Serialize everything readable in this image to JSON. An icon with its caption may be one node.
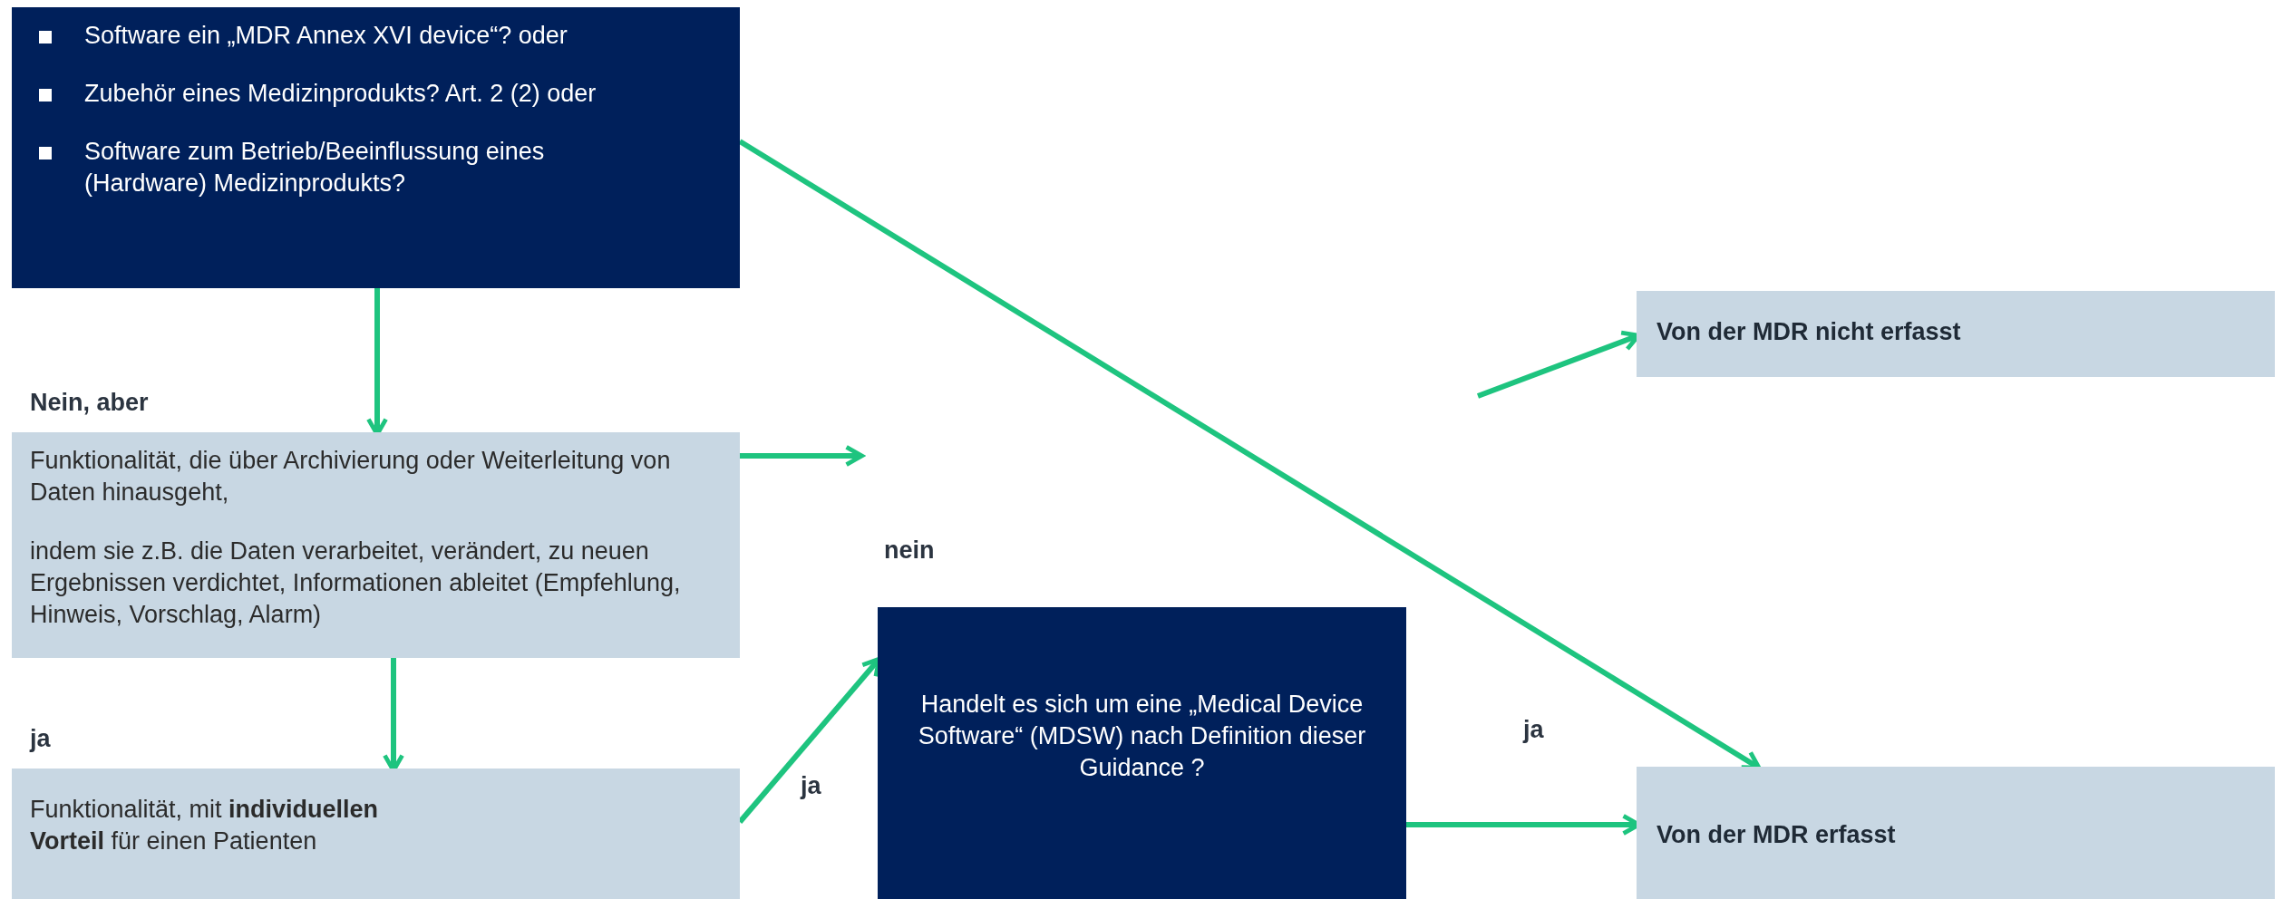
{
  "diagram": {
    "nodes": [
      {
        "text": [
          "Software ein „MDR Annex XVI device“? oder",
          "Zubehör eines Medizinprodukts?  Art. 2 (2) oder",
          "Software zum Betrieb/Beeinflussung eines (Hardware) Medizinprodukts?"
        ]
      },
      {
        "text": [
          "Nein, aber",
          "Funktionalität,  die über Archivierung oder Weiterleitung von Daten hinausgeht,",
          "indem  sie z.B. die Daten verarbeitet, verändert, zu neuen Ergebnissen verdichtet, Informationen ableitet (Empfehlung, Hinweis, Vorschlag, Alarm)"
        ]
      },
      {
        "text": [
          "ja",
          "Funktionalität,  mit **individuellen Vorteil** für einen Patienten"
        ]
      },
      {
        "text": [
          "Handelt  es sich um eine „Medical Device Software“ (MDSW) nach Definition dieser Guidance ?"
        ]
      },
      {
        "text": [
          "Von der MDR nicht erfasst"
        ]
      },
      {
        "text": [
          "Von der MDR erfasst"
        ]
      }
    ],
    "edges": [
      {
        "from": 0,
        "to": 1,
        "arrow": "to"
      },
      {
        "from": 0,
        "to": 5,
        "arrow": "to"
      },
      {
        "from": 1,
        "to": null,
        "arrow": "to"
      },
      {
        "from": null,
        "to": 4,
        "arrow": "to"
      },
      {
        "from": 1,
        "to": 2,
        "arrow": "to"
      },
      {
        "from": 2,
        "to": 3,
        "label": "ja",
        "arrow": "to"
      },
      {
        "from": 3,
        "to": 5,
        "label": "ja",
        "arrow": "to"
      }
    ],
    "labels": [
      "nein"
    ]
  }
}
